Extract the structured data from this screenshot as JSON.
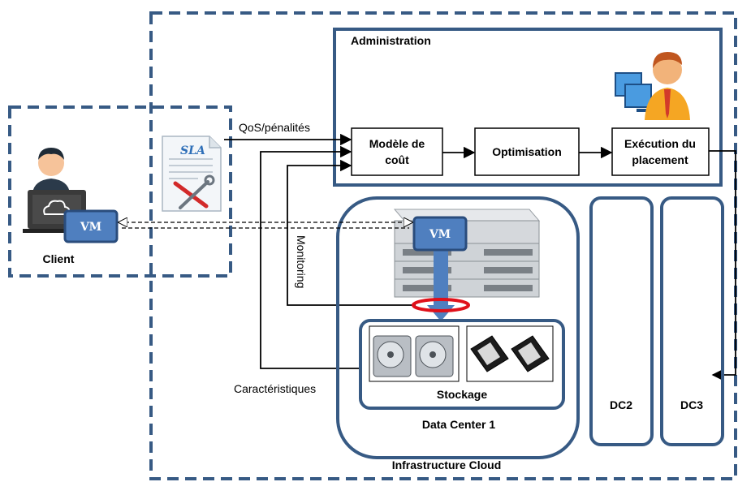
{
  "labels": {
    "administration": "Administration",
    "modele": [
      "Modèle de",
      "coût"
    ],
    "optimisation": "Optimisation",
    "execution": [
      "Exécution du",
      "placement"
    ],
    "qos": "QoS/pénalités",
    "monitoring": "Monitoring",
    "caracteristiques": "Caractéristiques",
    "client": "Client",
    "vm": "VM",
    "sla": "SLA",
    "stockage": "Stockage",
    "datacenter1": "Data Center 1",
    "dc2": "DC2",
    "dc3": "DC3",
    "infrastructure": "Infrastructure Cloud"
  },
  "colors": {
    "frame": "#375a84",
    "vm_fill": "#4f7fbf",
    "arrow": "#000000",
    "monitor_ring": "#e0101a",
    "person_skin": "#f2b37a",
    "person_shirt": "#f5a623"
  }
}
